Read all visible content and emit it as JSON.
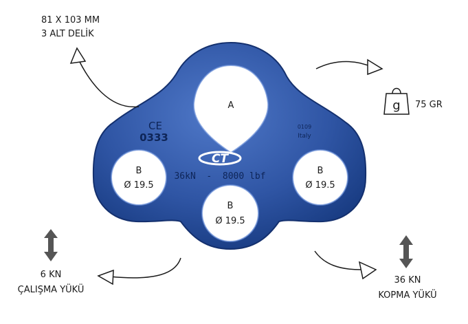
{
  "specs": {
    "dimensions": "81 X 103 MM",
    "holes_count": "3 ALT DELİK",
    "weight": "75 GR",
    "weight_icon": "weight-g-icon",
    "working_load_value": "6 KN",
    "working_load_label": "ÇALIŞMA YÜKÜ",
    "breaking_load_value": "36 KN",
    "breaking_load_label": "KOPMA YÜKÜ"
  },
  "plate": {
    "ce_mark": "CE",
    "ce_number": "0333",
    "origin_code": "0109",
    "origin_country": "Italy",
    "brand": "CT",
    "rating": "36kN  -  8000 lbf",
    "hole_a_label": "A",
    "hole_b_label": "B",
    "hole_b_diameter": "Ø 19.5",
    "color": "#2f55a4"
  },
  "colors": {
    "plate_blue": "#2f55a4",
    "plate_dark": "#14306e",
    "arrow_gray": "#555555",
    "text": "#1a1a1a"
  }
}
